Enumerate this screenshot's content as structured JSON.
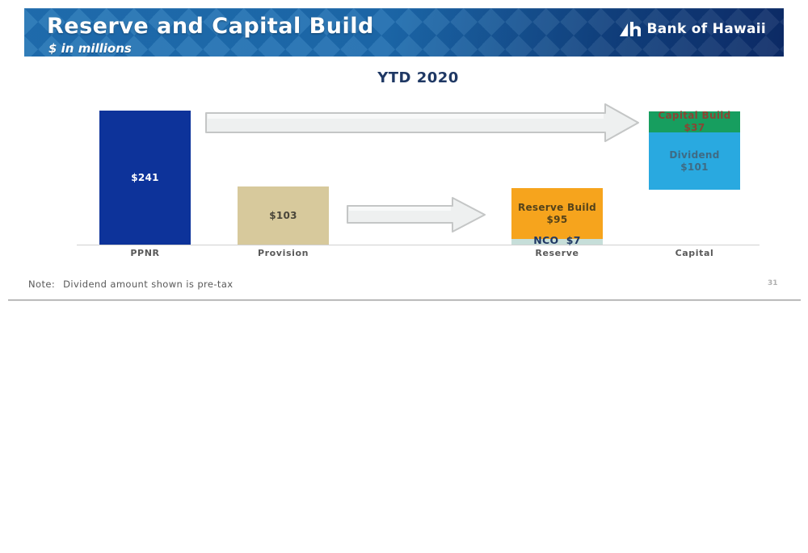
{
  "header": {
    "title": "Reserve and Capital Build",
    "subtitle": "$ in millions",
    "logo_text": "Bank of Hawaii"
  },
  "chart_data": {
    "type": "bar",
    "title": "YTD 2020",
    "units": "$ in millions",
    "categories": [
      "PPNR",
      "Provision",
      "Reserve",
      "Capital"
    ],
    "bars": [
      {
        "category": "PPNR",
        "value": 241,
        "value_label": "$241",
        "color": "#0d339a"
      },
      {
        "category": "Provision",
        "value": 103,
        "value_label": "$103",
        "color": "#d7c99c"
      },
      {
        "category": "Reserve",
        "stacked": true,
        "segments": [
          {
            "name": "NCO",
            "label": "NCO  $7",
            "value": 7,
            "color": "#c6ded9"
          },
          {
            "name": "Reserve Build",
            "label": "Reserve Build",
            "value_label": "$95",
            "value": 95,
            "color": "#f6a41d"
          }
        ]
      },
      {
        "category": "Capital",
        "floating": true,
        "stacked": true,
        "segments": [
          {
            "name": "Dividend",
            "label": "Dividend",
            "value_label": "$101",
            "value": 101,
            "color": "#29a9e0"
          },
          {
            "name": "Capital Build",
            "label": "Capital Build",
            "value_label": "$37",
            "value": 37,
            "color": "#179e5f"
          }
        ]
      }
    ],
    "annotations": [
      "large gray arrow from PPNR bar to Capital bar",
      "gray arrow from Provision bar to Reserve bar"
    ],
    "legend": "none",
    "grid": "off",
    "baseline_color": "#d0d0d0"
  },
  "footer": {
    "note_label": "Note:",
    "note_text": "Dividend amount shown is pre-tax",
    "page_number": "31"
  }
}
